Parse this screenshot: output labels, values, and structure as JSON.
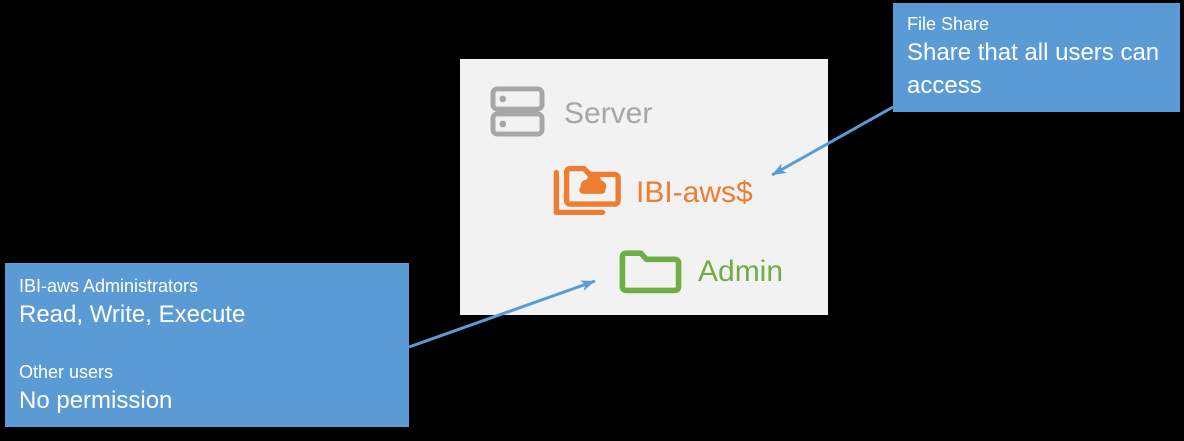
{
  "colors": {
    "background": "#000000",
    "panel_fill": "#F2F2F2",
    "callout_fill": "#5B9BD5",
    "arrow": "#5B9BD5",
    "server_gray": "#A6A6A6",
    "share_orange": "#ED7D31",
    "admin_green": "#70AD47",
    "callout_text": "#FFFFFF"
  },
  "icons": {
    "server": "server-stack-icon",
    "file_share": "cloud-folder-stack-icon",
    "admin": "folder-icon"
  },
  "server_panel": {
    "server_label": "Server",
    "share_label": "IBI-aws$",
    "admin_label": "Admin"
  },
  "callout_file_share": {
    "title": "File Share",
    "body": "Share that all users can access"
  },
  "callout_permissions": {
    "group1_title": "IBI-aws Administrators",
    "group1_permission": "Read, Write, Execute",
    "group2_title": "Other users",
    "group2_permission": "No permission"
  }
}
